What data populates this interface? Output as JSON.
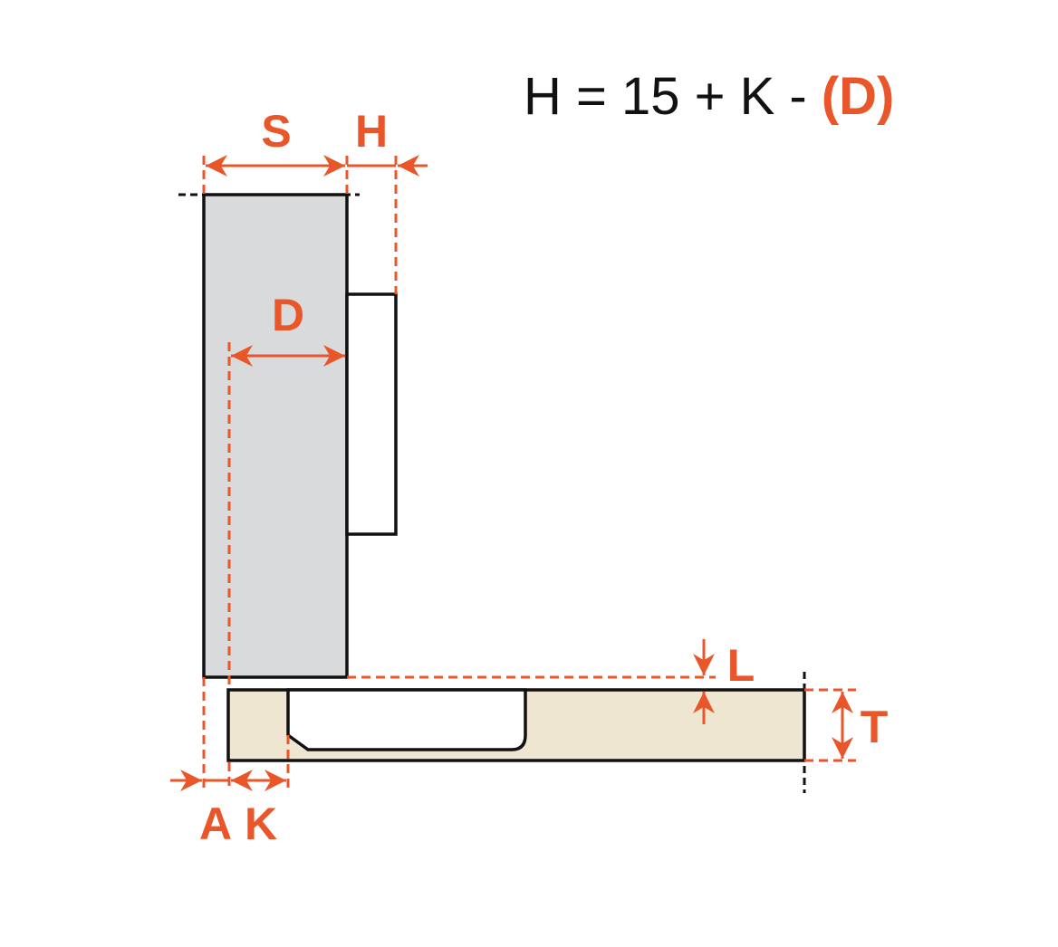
{
  "formula": {
    "main": "H = 15 + K - ",
    "highlight": "(D)"
  },
  "labels": {
    "S": "S",
    "H": "H",
    "D": "D",
    "L": "L",
    "T": "T",
    "A": "A",
    "K": "K"
  },
  "colors": {
    "accent": "#e8562a",
    "door": "#d9dadb",
    "cabinet": "#efe6d2",
    "line": "#111111"
  }
}
